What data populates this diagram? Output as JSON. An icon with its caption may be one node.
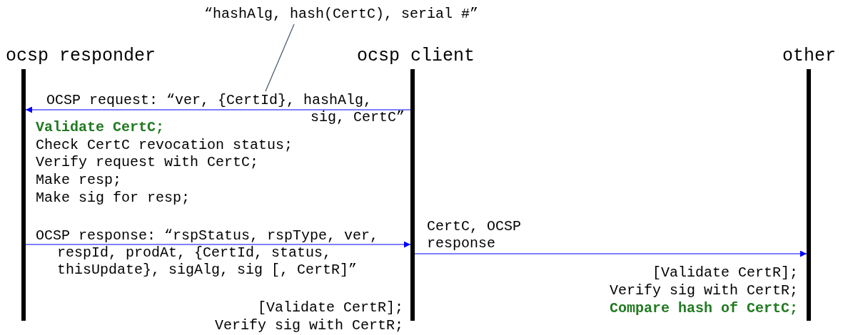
{
  "diagram": {
    "nodes": [
      {
        "text": [
          "ocsp responder"
        ]
      },
      {
        "text": [
          "ocsp client"
        ]
      },
      {
        "text": [
          "other"
        ]
      },
      {
        "text": [
          "“hashAlg, hash(CertC), serial #”"
        ]
      }
    ],
    "edges": [
      {
        "from": 1,
        "to": 0,
        "arrow": "to",
        "label": "OCSP request: “ver, {CertId}, hashAlg, sig, CertC”"
      },
      {
        "from": 0,
        "to": 1,
        "arrow": "to",
        "label": "OCSP response: “rspStatus, rspType, ver, respId, prodAt, {CertId, status, thisUpdate}, sigAlg, sig [, CertR]”"
      },
      {
        "from": 1,
        "to": 2,
        "arrow": "to",
        "label": "CertC, OCSP response"
      },
      {
        "from": 3,
        "to": null,
        "arrow": "none",
        "color": "#44546a"
      }
    ],
    "labels": [
      "Validate CertC;",
      "Check CertC revocation status;",
      "Verify request with CertC;",
      "Make resp;",
      "Make sig for resp;",
      "[Validate CertR];",
      "Verify sig with CertR;",
      "[Validate CertR];",
      "Verify sig with CertR;",
      "Compare hash of CertC;"
    ]
  }
}
